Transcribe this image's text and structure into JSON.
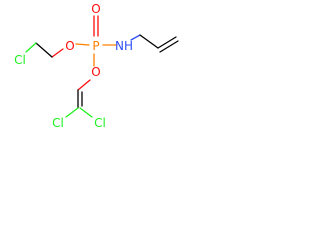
{
  "atoms": {
    "phosphorus": "P",
    "oxygen_double": "O",
    "oxygen_left": "O",
    "oxygen_lower": "O",
    "nitrogen_hydrogen": "NH",
    "chlorine_chloroethyl": "Cl",
    "chlorine_vinyl_left": "Cl",
    "chlorine_vinyl_right": "Cl"
  },
  "colors": {
    "carbon": "#000000",
    "oxygen": "#ff0d0d",
    "phosphorus": "#ff8000",
    "nitrogen": "#3050f8",
    "chlorine": "#1ff01f"
  }
}
